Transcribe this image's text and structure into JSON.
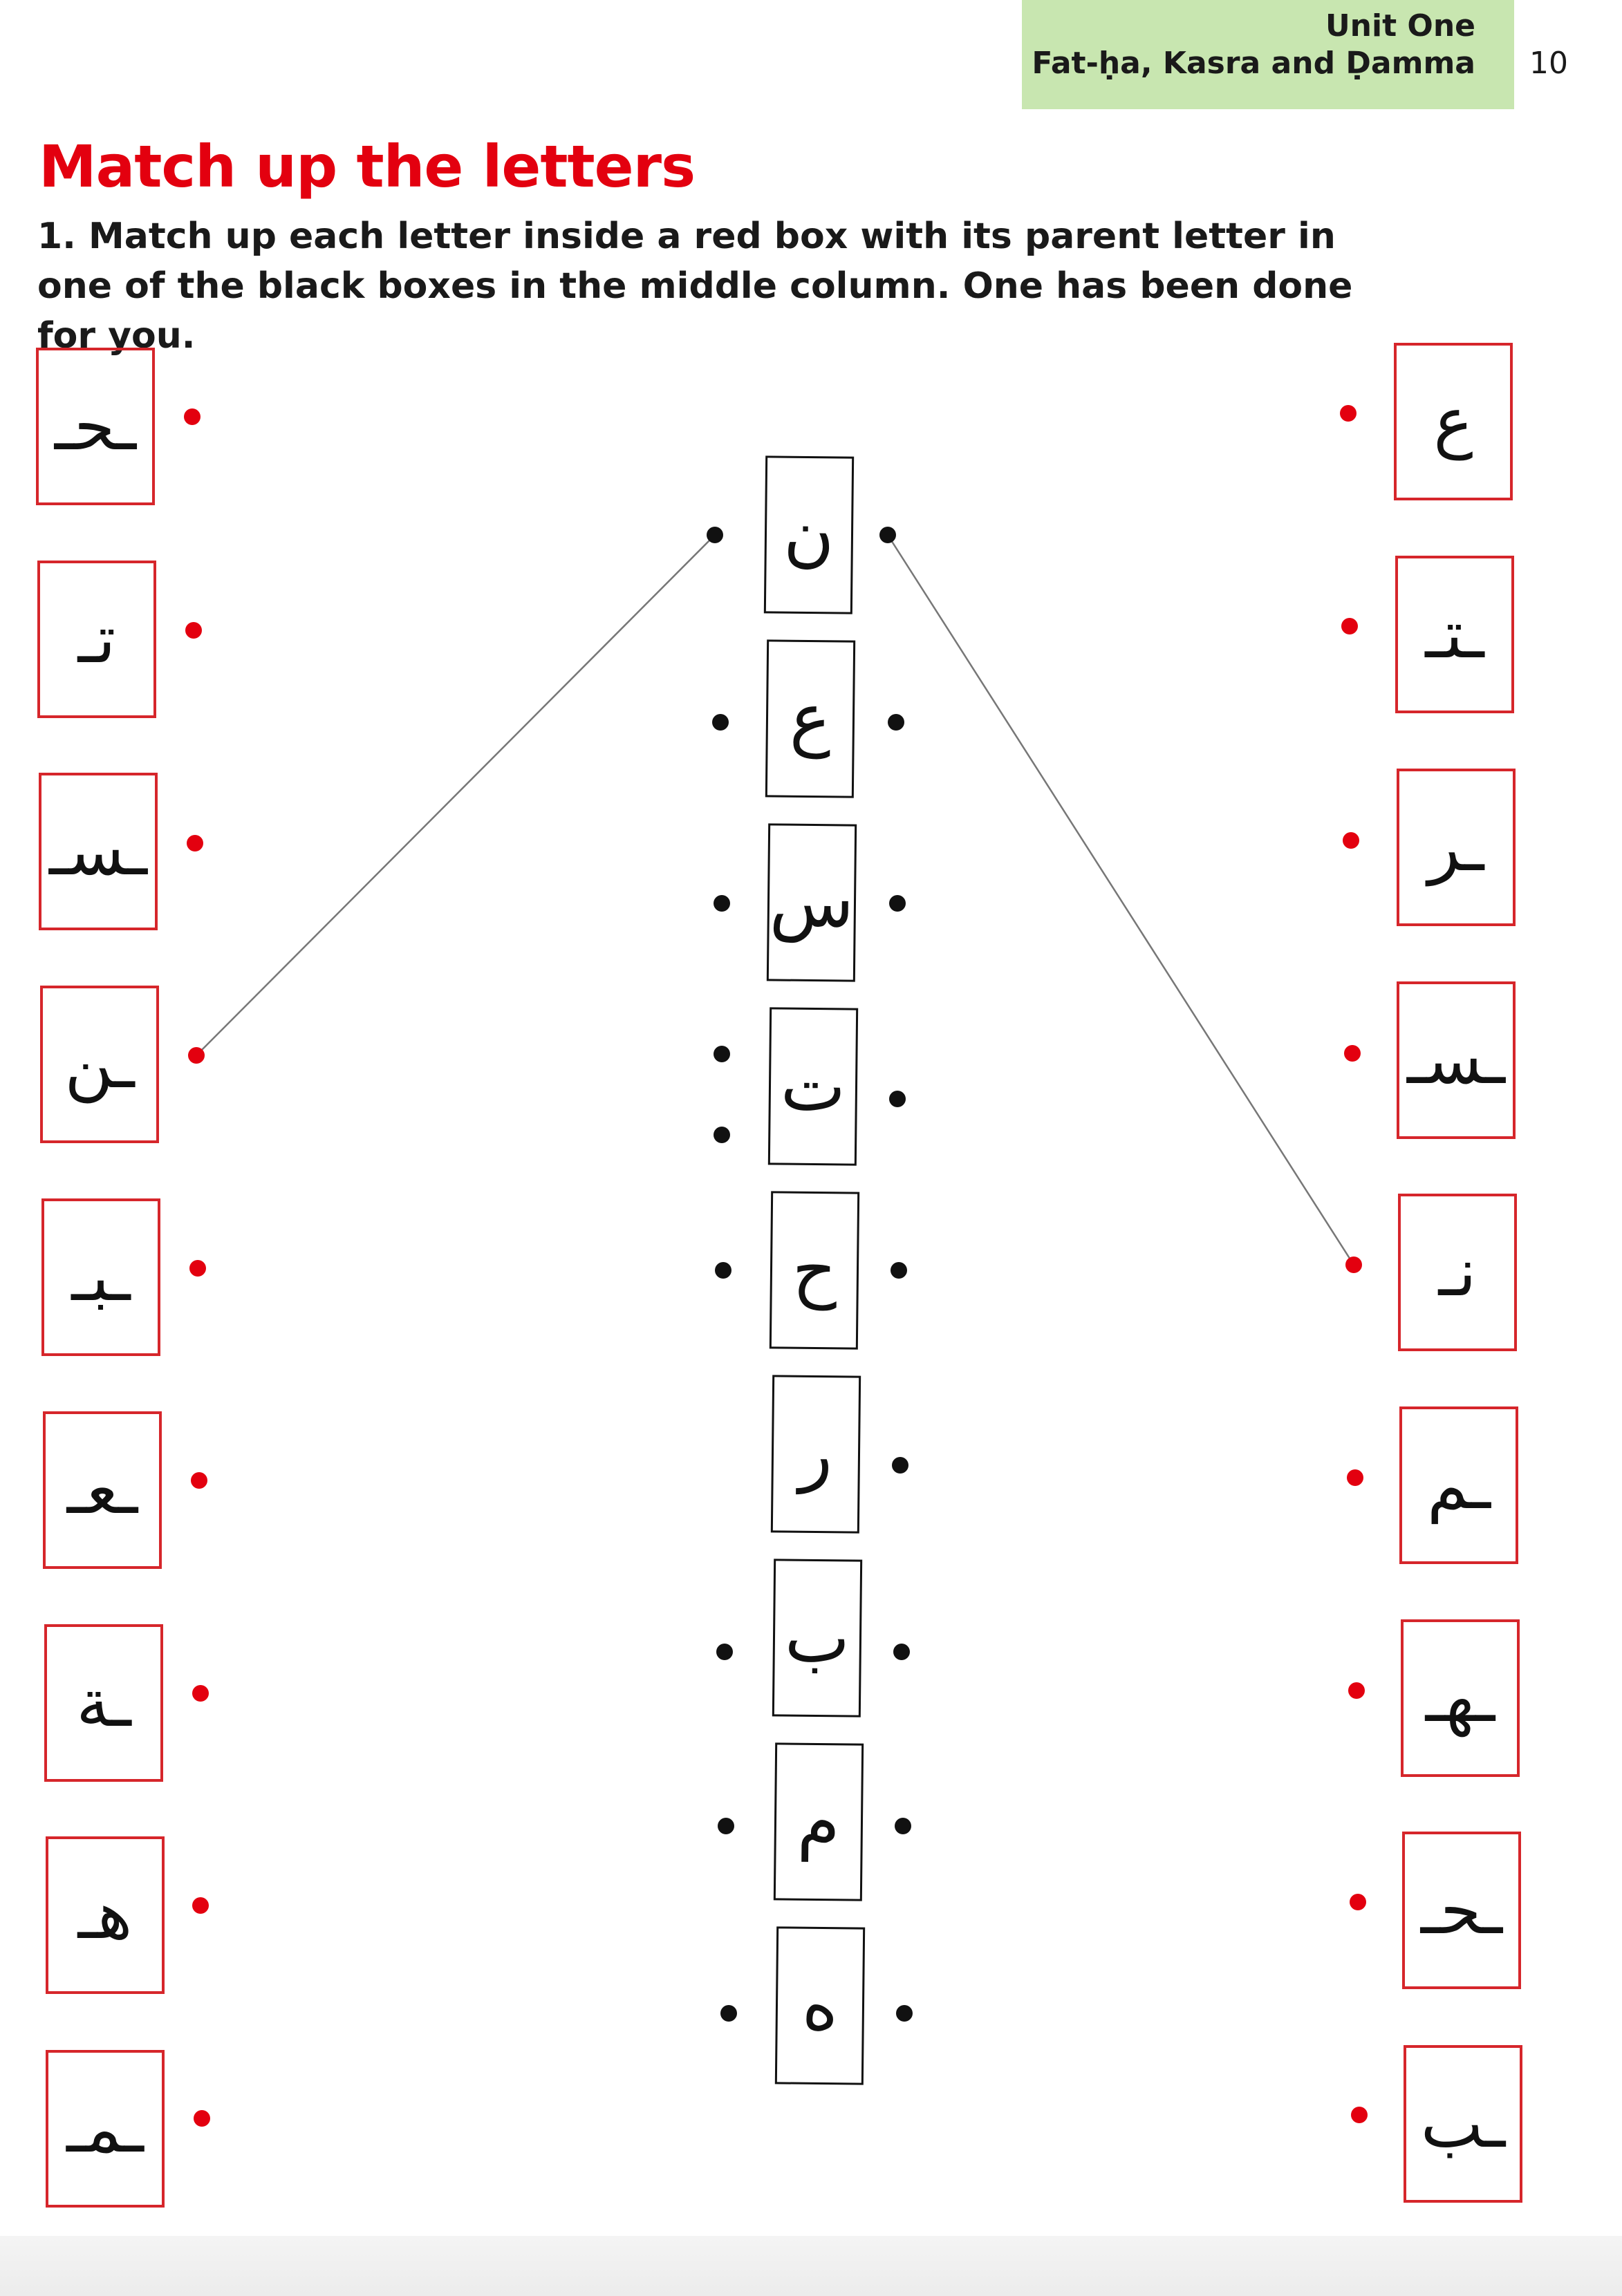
{
  "header": {
    "unit": "Unit One",
    "subtitle": "Fat-ḥa, Kasra and Ḍamma",
    "page_number": "10",
    "background_color": "#c8e6b0"
  },
  "title": "Match up the letters",
  "title_color": "#e3000f",
  "instruction": "1. Match up each letter inside a red box with its parent letter in one of the black boxes in the middle column. One has been done for you.",
  "left_column": [
    "ـحـ",
    "تـ",
    "ـسـ",
    "ـن",
    "ـبـ",
    "ـعـ",
    "ـة",
    "هـ",
    "ـمـ"
  ],
  "middle_column": [
    "ن",
    "ع",
    "س",
    "ت",
    "ح",
    "ر",
    "ب",
    "م",
    "ه"
  ],
  "right_column": [
    "ع",
    "ـتـ",
    "ـر",
    "ـسـ",
    "نـ",
    "ـم",
    "ـهـ",
    "ـحـ",
    "ـب"
  ],
  "example_match": {
    "left_letter": "ـن",
    "parent_letter": "ن",
    "right_letter": "نـ"
  },
  "colors": {
    "red_box": "#d6262b",
    "red_dot": "#e3000f",
    "black_box": "#111111",
    "connector_line": "#777777"
  }
}
